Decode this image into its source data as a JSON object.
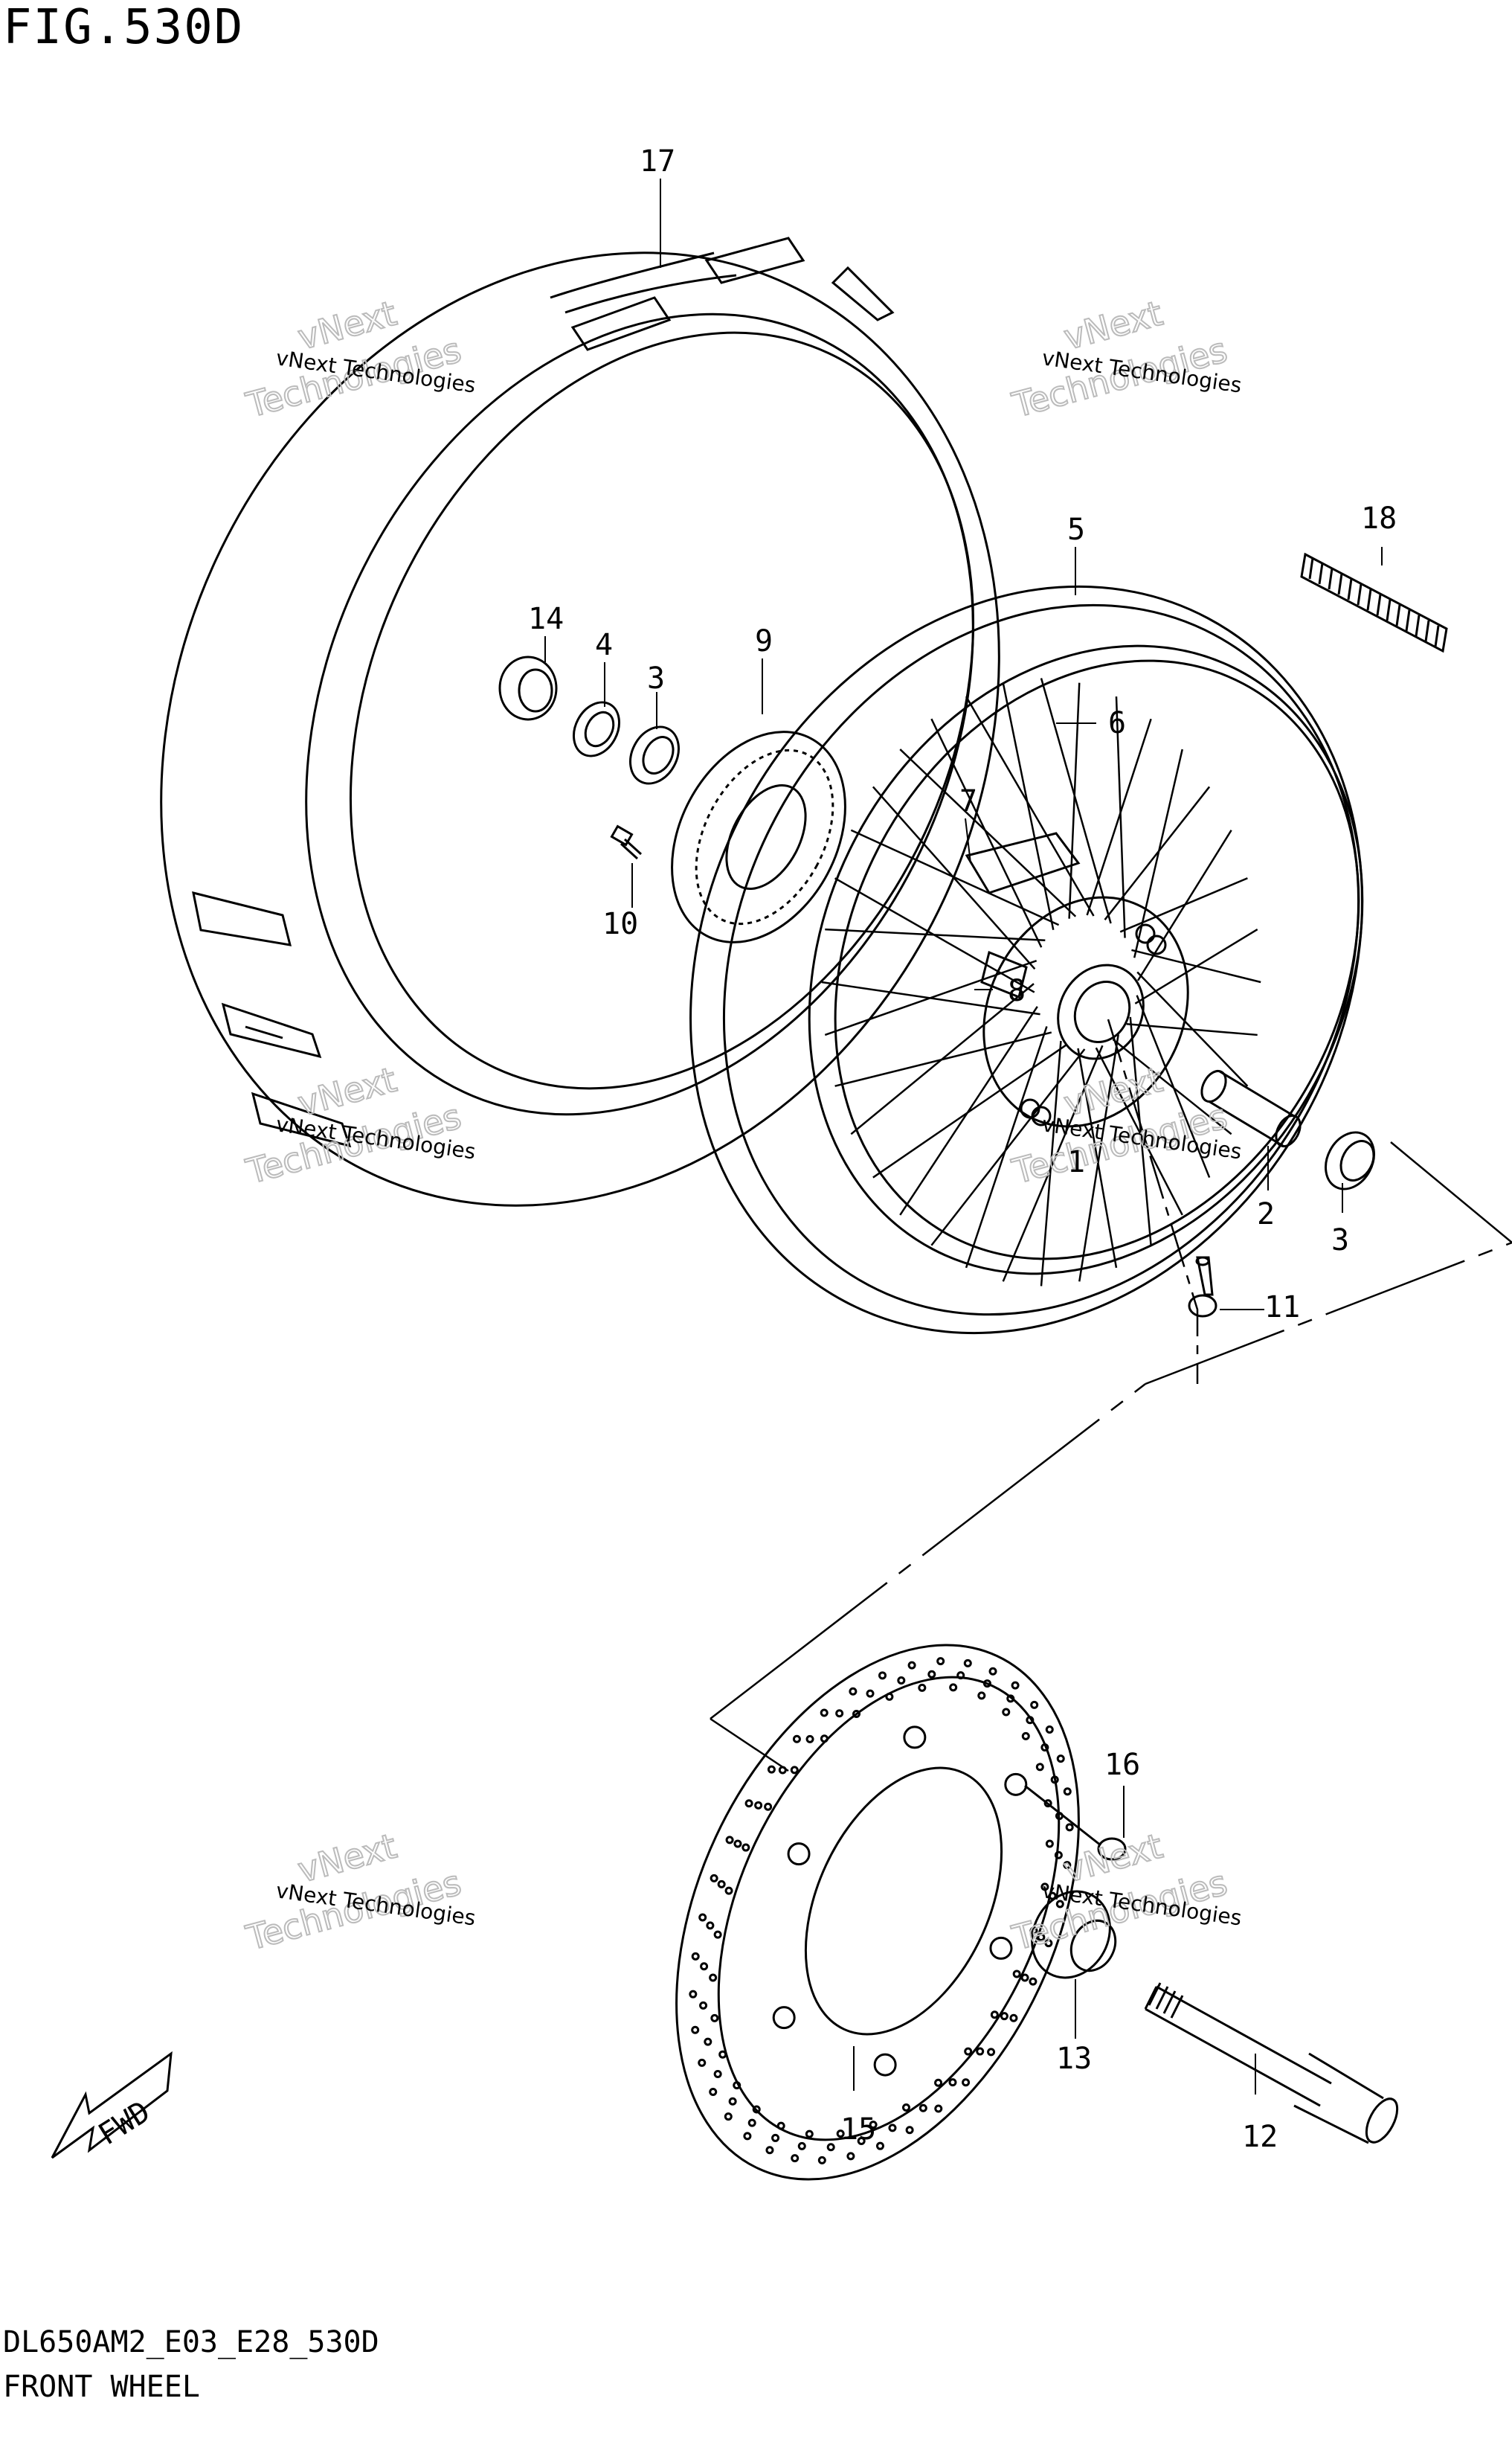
{
  "figure": {
    "title": "FIG.530D",
    "code": "DL650AM2_E03_E28_530D",
    "name": "FRONT WHEEL"
  },
  "watermark": {
    "line1": "vNext Technologies",
    "line2": "vNext",
    "line3": "Technologies"
  },
  "fwd_label": "FWD",
  "parts": [
    {
      "id": "p1",
      "label": "1"
    },
    {
      "id": "p2",
      "label": "2"
    },
    {
      "id": "p3a",
      "label": "3"
    },
    {
      "id": "p3b",
      "label": "3"
    },
    {
      "id": "p4",
      "label": "4"
    },
    {
      "id": "p5",
      "label": "5"
    },
    {
      "id": "p6",
      "label": "6"
    },
    {
      "id": "p7",
      "label": "7"
    },
    {
      "id": "p8",
      "label": "8"
    },
    {
      "id": "p9",
      "label": "9"
    },
    {
      "id": "p10",
      "label": "10"
    },
    {
      "id": "p11",
      "label": "11"
    },
    {
      "id": "p12",
      "label": "12"
    },
    {
      "id": "p13",
      "label": "13"
    },
    {
      "id": "p14",
      "label": "14"
    },
    {
      "id": "p15",
      "label": "15"
    },
    {
      "id": "p16",
      "label": "16"
    },
    {
      "id": "p17",
      "label": "17"
    },
    {
      "id": "p18",
      "label": "18"
    }
  ]
}
